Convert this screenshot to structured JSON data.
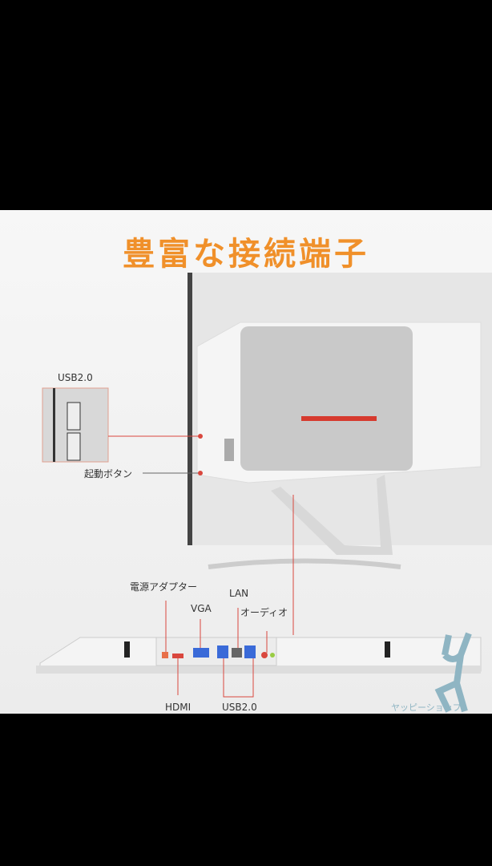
{
  "title": "豊富な接続端子",
  "labels": {
    "side_usb": "USB2.0",
    "power_button": "起動ボタン",
    "power_adapter": "電源アダプター",
    "vga": "VGA",
    "lan": "LAN",
    "audio": "オーディオ",
    "hdmi": "HDMI",
    "bottom_usb": "USB2.0"
  },
  "watermark": "ヤッピーショップ",
  "colors": {
    "accent": "#f0902a",
    "callout_line": "#d9473e",
    "background": "#000000"
  }
}
